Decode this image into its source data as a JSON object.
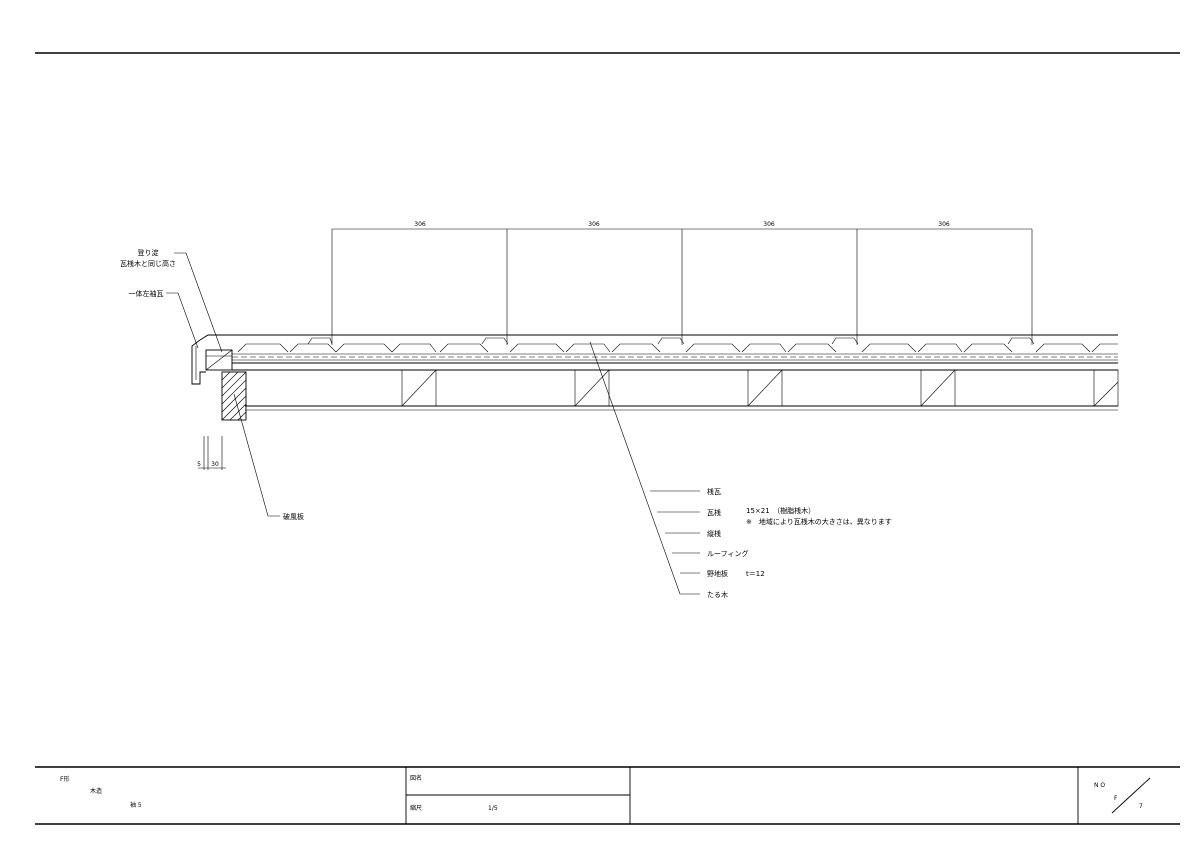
{
  "dimensions": {
    "spacing_labels": [
      "306",
      "306",
      "306",
      "306"
    ],
    "bottom_left": [
      "5",
      "30"
    ]
  },
  "callouts_left": {
    "nobori_line1": "登り淀",
    "nobori_line2": "瓦桟木と同じ高さ",
    "sodegawara": "一体左袖瓦",
    "hafuita": "破風板"
  },
  "callouts_right": [
    {
      "label": "桟瓦",
      "detail": "",
      "note": ""
    },
    {
      "label": "瓦桟",
      "detail": "15×21　（樹脂桟木）",
      "note": "※　地域により瓦桟木の大きさは、異なります"
    },
    {
      "label": "縦桟",
      "detail": "",
      "note": ""
    },
    {
      "label": "ルーフィング",
      "detail": "",
      "note": ""
    },
    {
      "label": "野地板",
      "detail": "t＝12",
      "note": ""
    },
    {
      "label": "たる木",
      "detail": "",
      "note": ""
    }
  ],
  "title_block": {
    "cell1_line1": "F形",
    "cell1_line2": "木造",
    "cell1_line3": "袖 5",
    "name_label": "図名",
    "name_value": "",
    "scale_label": "縮尺",
    "scale_value": "1/5",
    "no_label": "N O",
    "no_series": "F",
    "no_number": "7"
  }
}
